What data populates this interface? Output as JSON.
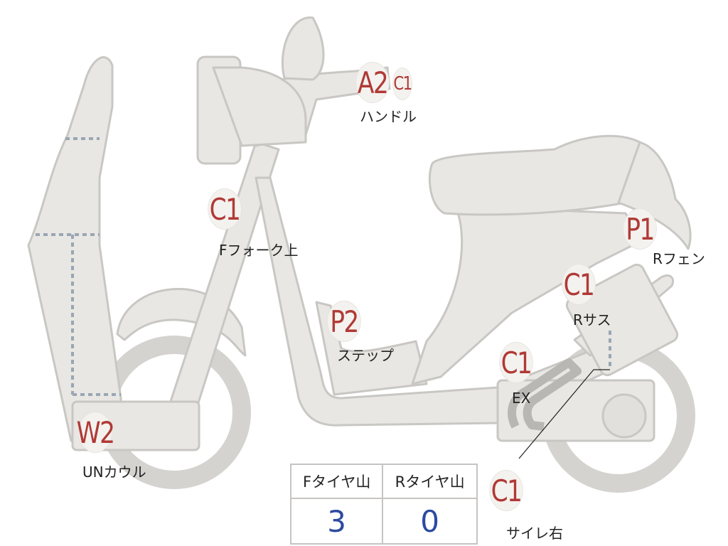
{
  "badges": {
    "handle_a": "A2",
    "handle_c": "C1",
    "fork": "C1",
    "step": "P2",
    "rear_fender": "P1",
    "rear_sus": "C1",
    "exhaust": "C1",
    "under_cowl": "W2",
    "silencer_right": "C1"
  },
  "labels": {
    "handle": "ハンドル",
    "fork": "Fフォーク上",
    "step": "ステップ",
    "rear_fender": "Rフェン",
    "rear_sus": "Rサス",
    "exhaust": "EX",
    "under_cowl": "UNカウル",
    "silencer_right": "サイレ右"
  },
  "tire_table": {
    "headers": [
      "Fタイヤ山",
      "Rタイヤ山"
    ],
    "values": [
      "3",
      "0"
    ]
  },
  "colors": {
    "body_fill": "#e8e7e3",
    "body_stroke": "#c9c7c3",
    "badge_text": "#b03a36",
    "value_text": "#2b4aa0"
  }
}
